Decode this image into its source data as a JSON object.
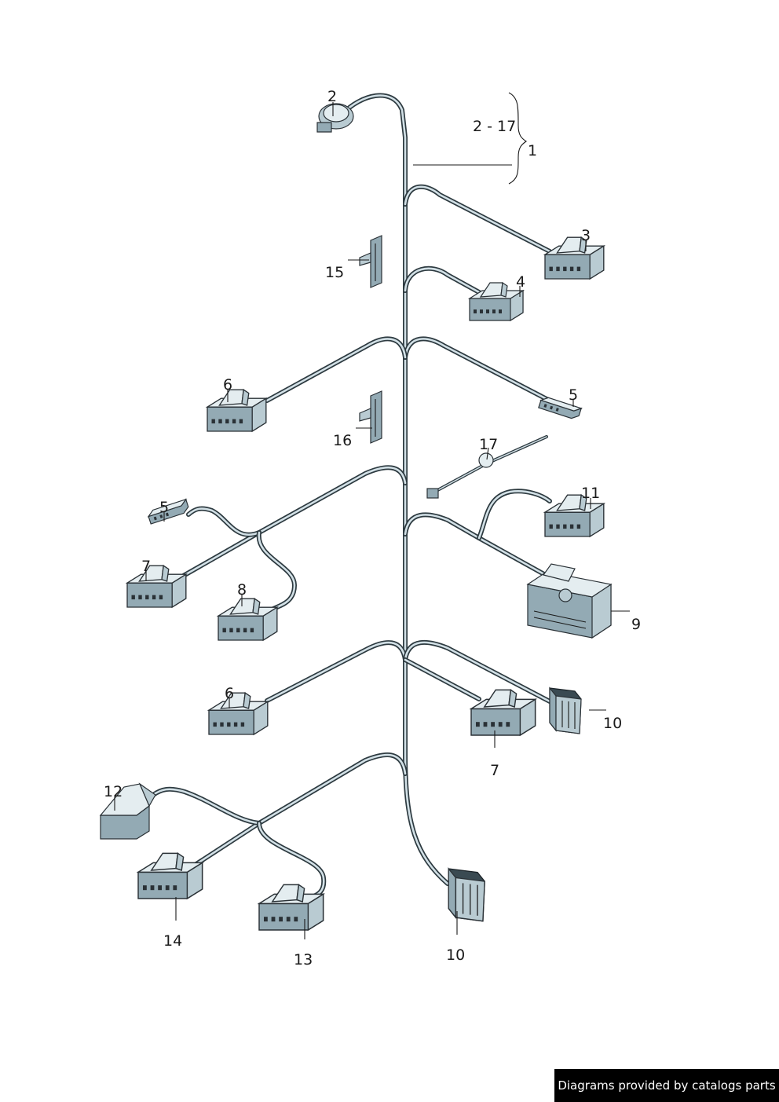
{
  "labels": {
    "l1": "1",
    "l2": "2",
    "l2_17": "2 - 17",
    "l3": "3",
    "l4": "4",
    "l5a": "5",
    "l5b": "5",
    "l6a": "6",
    "l6b": "6",
    "l7a": "7",
    "l7b": "7",
    "l8": "8",
    "l9": "9",
    "l10a": "10",
    "l10b": "10",
    "l11": "11",
    "l12": "12",
    "l13": "13",
    "l14": "14",
    "l15": "15",
    "l16": "16",
    "l17": "17"
  },
  "footer": {
    "credit": "Diagrams provided by catalogs parts"
  },
  "colors": {
    "wire": "#2d3a40",
    "wire_highlight": "#d2e0e6",
    "connector_top": "#e4edf0",
    "connector_side": "#b9cbd2",
    "connector_front": "#93aab4",
    "credit_background": "#000000",
    "credit_text": "#ffffff"
  }
}
